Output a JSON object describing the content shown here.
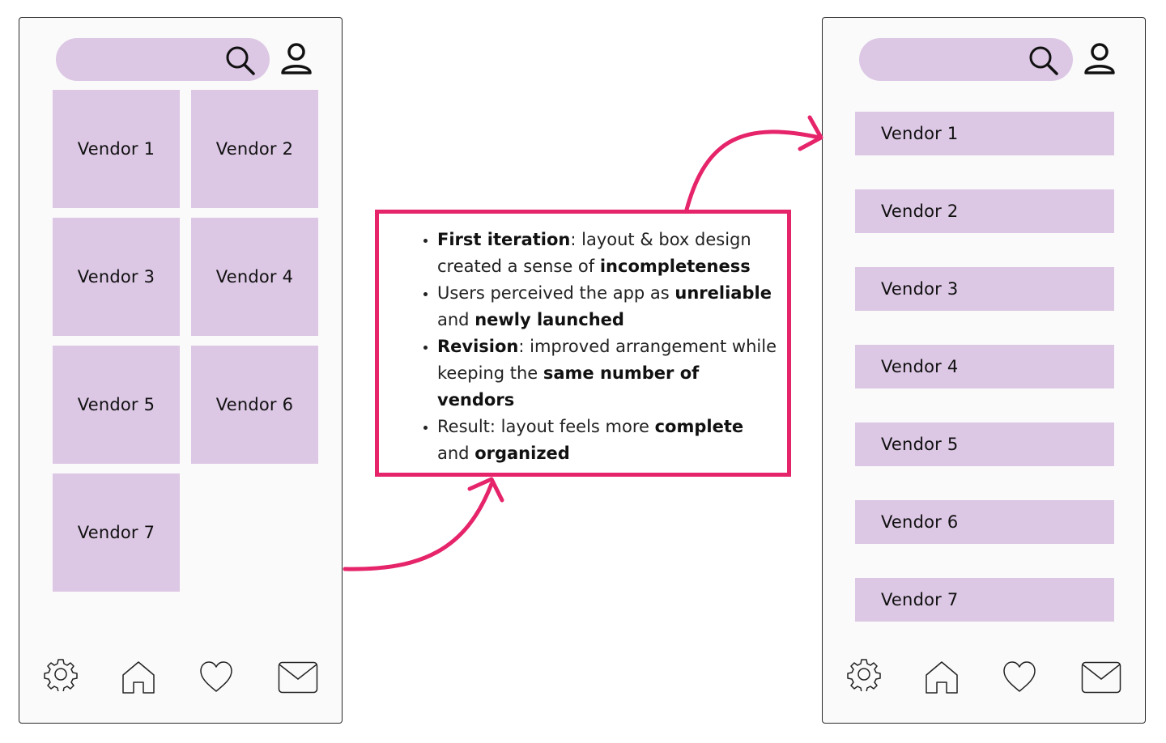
{
  "left_phone": {
    "vendors": [
      "Vendor 1",
      "Vendor 2",
      "Vendor 3",
      "Vendor 4",
      "Vendor 5",
      "Vendor 6",
      "Vendor 7"
    ]
  },
  "right_phone": {
    "vendors": [
      "Vendor 1",
      "Vendor 2",
      "Vendor 3",
      "Vendor 4",
      "Vendor 5",
      "Vendor 6",
      "Vendor 7"
    ]
  },
  "callout": {
    "b1": {
      "bold": "First iteration",
      "text1": ": layout & box design created a sense of ",
      "bold2": "incompleteness"
    },
    "b2": {
      "text1": "Users perceived the app as ",
      "bold1": "unreliable",
      "text2": " and ",
      "bold2": "newly launched"
    },
    "b3": {
      "bold1": "Revision",
      "text1": ": improved arrangement while keeping the ",
      "bold2": "same number of vendors"
    },
    "b4": {
      "text1": "Result: layout feels more ",
      "bold1": "complete",
      "text2": " and ",
      "bold2": "organized"
    }
  },
  "colors": {
    "accent": "#e6246a",
    "tile": "#dcc7e4",
    "outline": "#2a2a2a"
  },
  "icons": [
    "search-icon",
    "profile-icon",
    "settings-icon",
    "home-icon",
    "heart-icon",
    "mail-icon"
  ]
}
